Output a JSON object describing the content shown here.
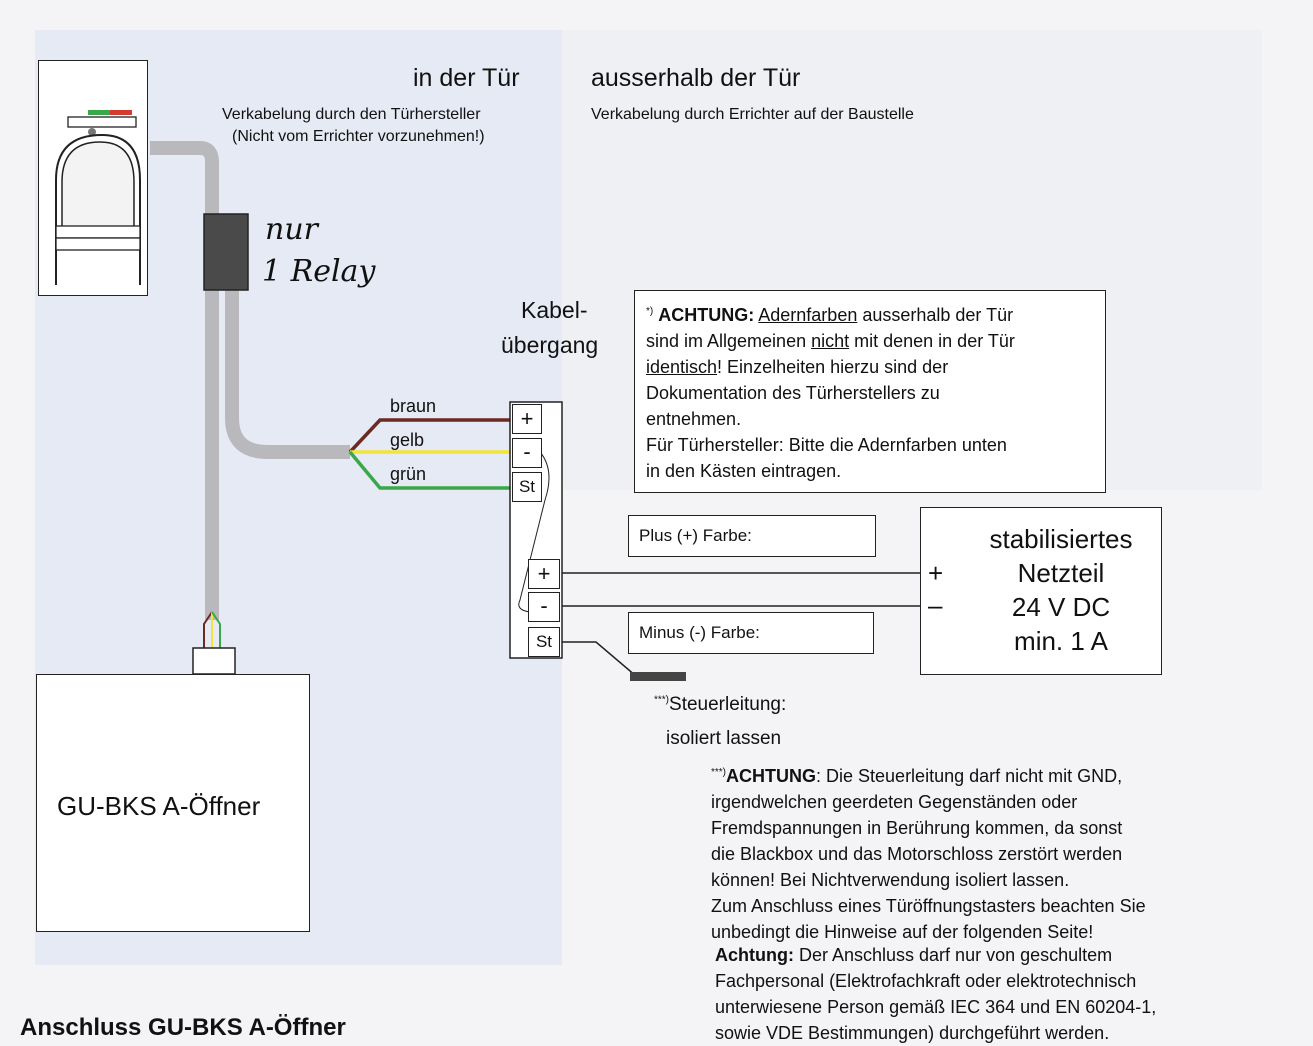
{
  "headings": {
    "inside": "in der Tür",
    "outside": "ausserhalb der Tür",
    "inside_sub1": "Verkabelung durch den Türhersteller",
    "inside_sub2": "(Nicht vom Errichter vorzunehmen!)",
    "outside_sub": "Verkabelung durch Errichter auf der Baustelle"
  },
  "handwritten": {
    "line1": "nur",
    "line2": "1 Relay"
  },
  "transition": {
    "line1": "Kabel-",
    "line2": "übergang"
  },
  "wires": {
    "brown": "braun",
    "yellow": "gelb",
    "green": "grün"
  },
  "terminal_top": {
    "plus": "+",
    "minus": "-",
    "st": "St"
  },
  "terminal_bottom": {
    "plus": "+",
    "minus": "-",
    "st": "St"
  },
  "warning_colors": {
    "mark": "*)",
    "bold": "ACHTUNG:",
    "underlined1": "Adernfarben",
    "text1": " ausserhalb der Tür",
    "line2a": "sind im Allgemeinen ",
    "underlined2": "nicht",
    "line2b": " mit denen in der Tür",
    "underlined3": "identisch",
    "line3b": "! Einzelheiten hierzu sind der",
    "line4": "Dokumentation des Türherstellers zu",
    "line5": "entnehmen.",
    "line6": "Für Türhersteller: Bitte die Adernfarben unten",
    "line7": "in den Kästen eintragen."
  },
  "color_fields": {
    "plus": "Plus (+) Farbe:",
    "minus": "Minus (-) Farbe:"
  },
  "power_supply": {
    "line1": "stabilisiertes",
    "line2": "Netzteil",
    "line3": "24 V DC",
    "line4": "min. 1 A",
    "plus": "+",
    "minus": "–"
  },
  "control_line": {
    "mark": "***)",
    "label": "Steuerleitung:",
    "note": "isoliert lassen"
  },
  "warning_control": {
    "mark": "***)",
    "bold": "ACHTUNG",
    "lines": [
      ": Die Steuerleitung darf nicht mit GND,",
      "irgendwelchen geerdeten Gegenständen oder",
      "Fremdspannungen in Berührung kommen, da sonst",
      "die Blackbox und das Motorschloss zerstört werden",
      "können! Bei Nichtverwendung isoliert lassen.",
      "Zum Anschluss eines Türöffnungstasters beachten Sie",
      "unbedingt die Hinweise auf der folgenden Seite!"
    ]
  },
  "warning_qualified": {
    "bold": "Achtung:",
    "lines": [
      " Der Anschluss darf nur von geschultem",
      "Fachpersonal (Elektrofachkraft oder elektrotechnisch",
      "unterwiesene Person gemäß IEC 364 und EN 60204-1,",
      "sowie VDE Bestimmungen) durchgeführt werden."
    ]
  },
  "opener_label": "GU-BKS A-Öffner",
  "footer_title": "Anschluss GU-BKS A-Öffner",
  "colors": {
    "cable": "#b9b9bd",
    "relay": "#4a4a4a",
    "wire_brown": "#6b2a22",
    "wire_yellow": "#f2e43a",
    "wire_green": "#3aa84a",
    "background_tint": "#d9e2f2"
  },
  "icons": {
    "reader": "fingerprint-reader-icon"
  }
}
